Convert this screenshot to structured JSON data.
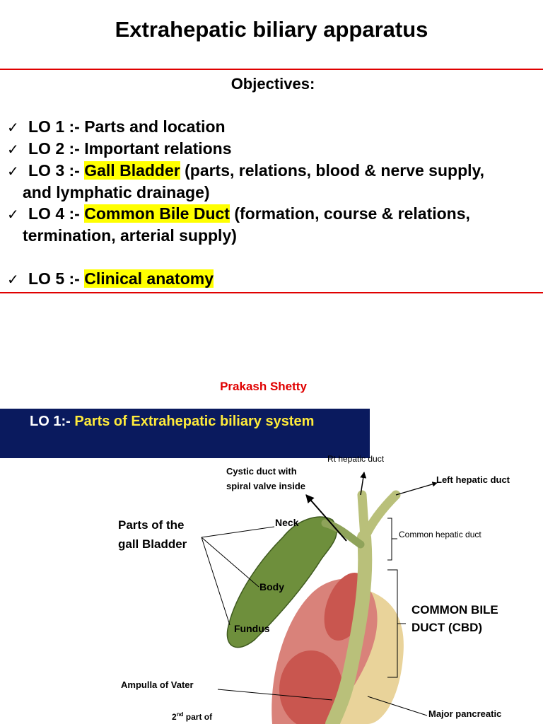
{
  "slide1": {
    "title": "Extrahepatic biliary apparatus",
    "objectives_heading": "Objectives:",
    "check": "✓",
    "lo1": "LO 1 :- Parts and location",
    "lo2": "LO 2 :- Important relations",
    "lo3_prefix": "LO 3 :-",
    "lo3_highlight": "Gall Bladder",
    "lo3_rest": "(parts, relations, blood & nerve supply,",
    "lo3_cont": "and lymphatic drainage)",
    "lo4_prefix": "LO 4 :-",
    "lo4_highlight": "Common Bile Duct",
    "lo4_rest": "(formation, course & relations,",
    "lo4_cont": "termination, arterial supply)",
    "lo5_prefix": "LO 5 :-",
    "lo5_highlight": "Clinical anatomy",
    "author": "Prakash Shetty",
    "colors": {
      "border": "#e00000",
      "highlight": "#ffff00",
      "author": "#e00000"
    }
  },
  "slide2": {
    "banner_prefix": "LO 1:-",
    "banner_highlight": "Parts of Extrahepatic biliary system",
    "labels": {
      "rt_hepatic": "Rt hepatic duct",
      "cystic_1": "Cystic duct with",
      "cystic_2": "spiral valve inside",
      "left_hepatic": "Left hepatic duct",
      "parts_1": "Parts of the",
      "parts_2": "gall Bladder",
      "neck": "Neck",
      "common_hepatic": "Common hepatic duct",
      "body": "Body",
      "cbd_1": "COMMON BILE",
      "cbd_2": "DUCT (CBD)",
      "fundus": "Fundus",
      "ampulla": "Ampulla of Vater",
      "second_part_pre": "2",
      "second_part_sup": "nd",
      "second_part_post": " part of",
      "major_pancreatic": "Major pancreatic"
    },
    "colors": {
      "banner_bg": "#0a1a5e",
      "banner_highlight": "#ffeb3b",
      "gallbladder": "#6e8f3c",
      "duodenum": "#d9827a"
    }
  }
}
